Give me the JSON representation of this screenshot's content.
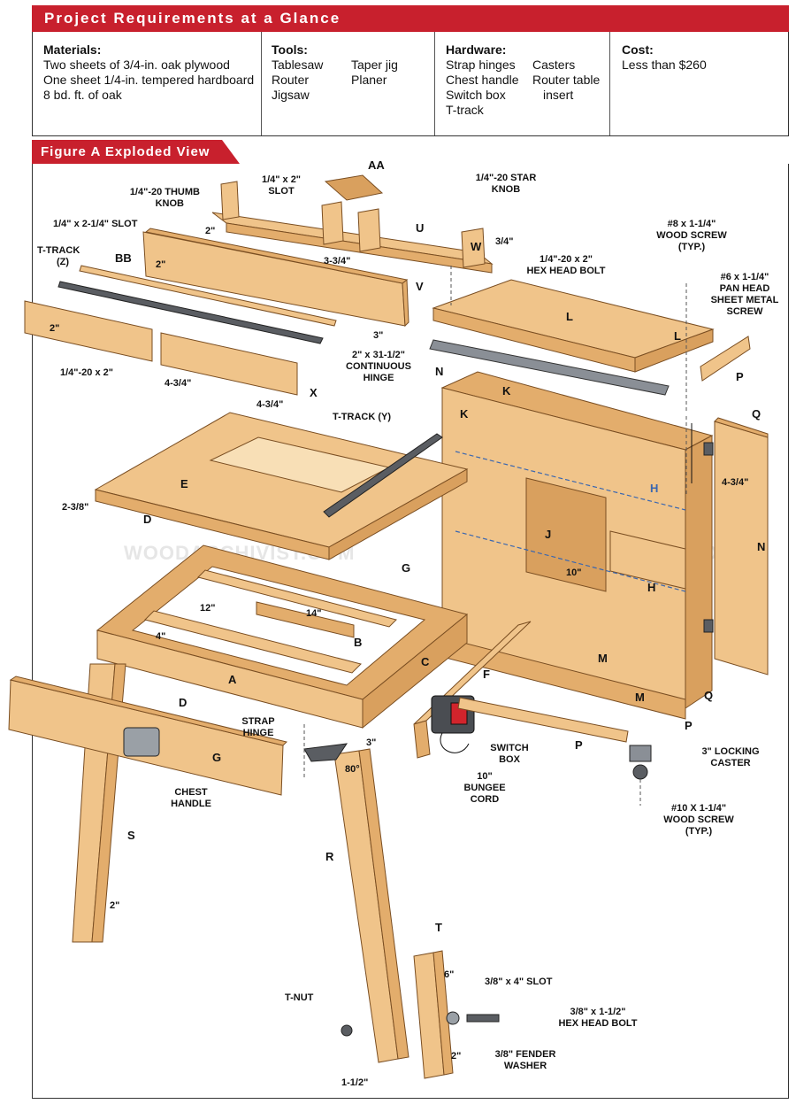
{
  "header": {
    "title": "Project Requirements at a Glance"
  },
  "requirements": {
    "materials": {
      "heading": "Materials:",
      "lines": [
        "Two sheets of 3/4-in. oak plywood",
        "One sheet 1/4-in. tempered hardboard",
        "8 bd. ft. of oak"
      ]
    },
    "tools": {
      "heading": "Tools:",
      "col1": [
        "Tablesaw",
        "Router",
        "Jigsaw"
      ],
      "col2": [
        "Taper jig",
        "Planer"
      ]
    },
    "hardware": {
      "heading": "Hardware:",
      "col1": [
        "Strap hinges",
        "Chest handle",
        "Switch box",
        "T-track"
      ],
      "col2": [
        "Casters",
        "Router table",
        "insert"
      ]
    },
    "cost": {
      "heading": "Cost:",
      "value": "Less than $260"
    }
  },
  "figure": {
    "title": "Figure A  Exploded View"
  },
  "watermark": "WOODARCHIVIST.COM",
  "parts": {
    "AA": "AA",
    "U": "U",
    "W": "W",
    "BB": "BB",
    "V": "V",
    "X": "X",
    "L1": "L",
    "L2": "L",
    "P1": "P",
    "N1": "N",
    "N2": "N",
    "K1": "K",
    "K2": "K",
    "Q1": "Q",
    "Q2": "Q",
    "H1": "H",
    "H2": "H",
    "J": "J",
    "E": "E",
    "D1": "D",
    "D2": "D",
    "G1": "G",
    "G2": "G",
    "A": "A",
    "B": "B",
    "C": "C",
    "F": "F",
    "M1": "M",
    "M2": "M",
    "P2": "P",
    "P3": "P",
    "S": "S",
    "R": "R",
    "T": "T"
  },
  "labels": {
    "slot_14x2": [
      "1/4\" x 2\"",
      "SLOT"
    ],
    "thumb_knob": [
      "1/4\"-20 THUMB",
      "KNOB"
    ],
    "star_knob": [
      "1/4\"-20 STAR",
      "KNOB"
    ],
    "slot_14x214": "1/4\" x 2-1/4\" SLOT",
    "ttrack_z": [
      "T-TRACK",
      "(Z)"
    ],
    "hex_bolt_2": [
      "1/4\"-20 x 2\"",
      "HEX HEAD BOLT"
    ],
    "wood_screw_8": [
      "#8 x 1-1/4\"",
      "WOOD SCREW",
      "(TYP.)"
    ],
    "pan_head": [
      "#6 x 1-1/4\"",
      "PAN HEAD",
      "SHEET METAL",
      "SCREW"
    ],
    "bolt_14_20": "1/4\"-20 x 2\"",
    "cont_hinge": [
      "2\" x 31-1/2\"",
      "CONTINUOUS",
      "HINGE"
    ],
    "ttrack_y": "T-TRACK (Y)",
    "strap_hinge": [
      "STRAP",
      "HINGE"
    ],
    "chest_handle": [
      "CHEST",
      "HANDLE"
    ],
    "switch_box": [
      "SWITCH",
      "BOX"
    ],
    "bungee": [
      "10\"",
      "BUNGEE",
      "CORD"
    ],
    "caster": [
      "3\" LOCKING",
      "CASTER"
    ],
    "wood_screw_10": [
      "#10 X 1-1/4\"",
      "WOOD SCREW",
      "(TYP.)"
    ],
    "tnut": "T-NUT",
    "slot_38x4": "3/8\" x 4\" SLOT",
    "hex_bolt_38": [
      "3/8\" x 1-1/2\"",
      "HEX HEAD BOLT"
    ],
    "fender_washer": [
      "3/8\" FENDER",
      "WASHER"
    ]
  },
  "dims": {
    "d2a": "2\"",
    "d34": "3/4\"",
    "d2b": "2\"",
    "d334": "3-3/4\"",
    "d3a": "3\"",
    "d2c": "2\"",
    "d434a": "4-3/4\"",
    "d434b": "4-3/4\"",
    "d434c": "4-3/4\"",
    "d238": "2-3/8\"",
    "d12": "12\"",
    "d14": "14\"",
    "d4": "4\"",
    "d10": "10\"",
    "d3b": "3\"",
    "d80": "80°",
    "d2d": "2\"",
    "d6": "6\"",
    "d2e": "2\"",
    "d112": "1-1/2\""
  },
  "colors": {
    "accent": "#c8202d",
    "wood": "#f0c48a",
    "wood_dark": "#d9a05e",
    "wood_edge": "#e3ad6c",
    "metal": "#5a5d62"
  }
}
